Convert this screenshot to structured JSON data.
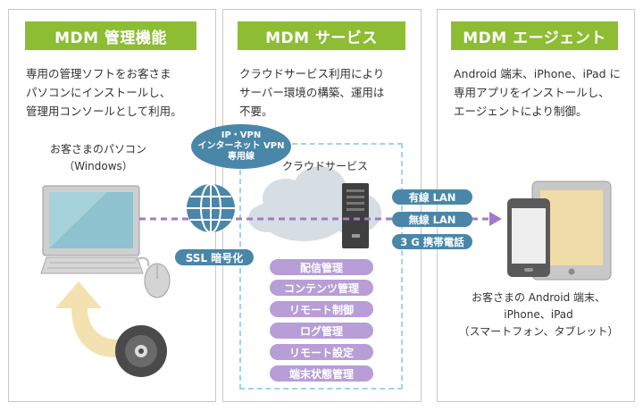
{
  "panels": {
    "left": {
      "title": "MDM 管理機能",
      "description": "専用の管理ソフトをお客さま\nパソコンにインストールし、\n管理用コンソールとして利用。",
      "pc_label": "お客さまのパソコン\n（Windows）"
    },
    "center": {
      "title": "MDM サービス",
      "description": "クラウドサービス利用により\nサーバー環境の構築、運用は\n不要。",
      "cloud_label": "クラウドサービス",
      "features": [
        "配信管理",
        "コンテンツ管理",
        "リモート制御",
        "ログ管理",
        "リモート設定",
        "端末状態管理"
      ]
    },
    "right": {
      "title": "MDM エージェント",
      "description": "Android 端末、iPhone、iPad に\n専用アプリをインストールし、\nエージェントにより制御。",
      "device_label": "お客さまの Android 端末、\niPhone、iPad\n（スマートフォン、タブレット）"
    }
  },
  "network": {
    "vpn_lines": [
      "IP・VPN",
      "インターネット VPN",
      "専用線"
    ],
    "ssl_label": "SSL 暗号化",
    "connections": [
      "有線 LAN",
      "無線 LAN",
      "3 G 携帯電話"
    ]
  },
  "colors": {
    "header_green": "#8cbd33",
    "feature_purple": "#b79ed6",
    "network_blue": "#4a86a8",
    "dashed_border": "#9fd3e8",
    "arrow_purple": "#a07cc8"
  },
  "icons": [
    "monitor-icon",
    "keyboard-icon",
    "mouse-icon",
    "cd-icon",
    "install-arrow-icon",
    "globe-icon",
    "cloud-icon",
    "server-icon",
    "smartphone-icon",
    "tablet-icon",
    "connection-arrow-icon"
  ]
}
